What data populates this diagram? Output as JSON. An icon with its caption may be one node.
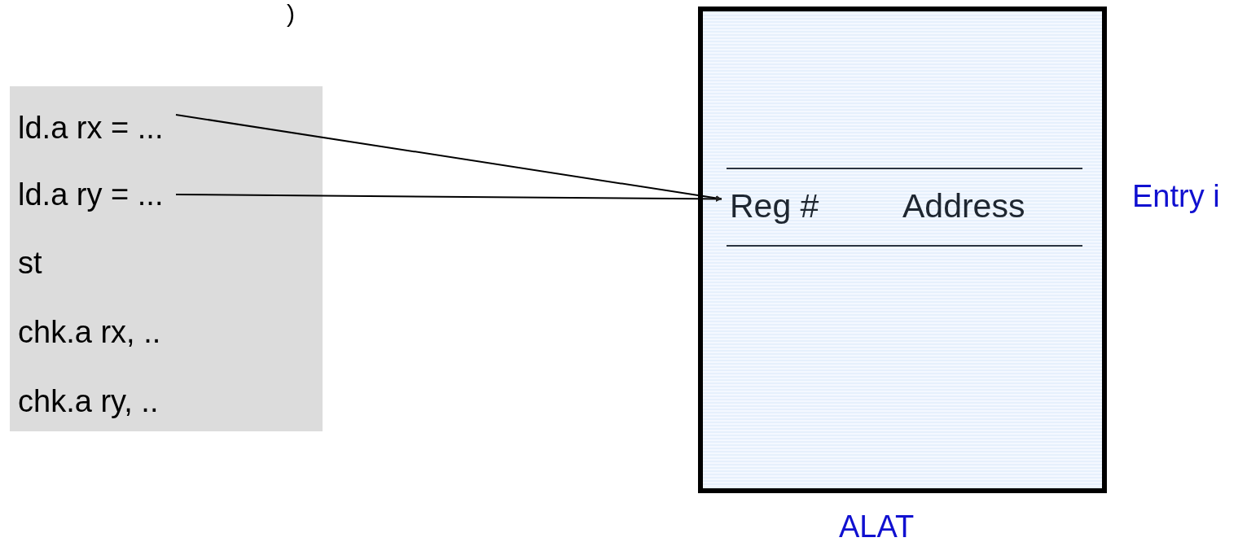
{
  "diagram": {
    "nodes": [
      {
        "text": [],
        "shape": "box"
      },
      {
        "text": [
          "ld.a rx = ..."
        ],
        "in": 0
      },
      {
        "text": [
          "ld.a ry = ..."
        ],
        "in": 0
      },
      {
        "text": [
          "st"
        ],
        "in": 0
      },
      {
        "text": [
          "chk.a rx, .."
        ],
        "in": 0
      },
      {
        "text": [
          "chk.a ry, .."
        ],
        "in": 0
      },
      {
        "text": [],
        "shape": "box",
        "beside": [
          "ALAT"
        ]
      },
      {
        "text": [
          "Reg #",
          "Address"
        ],
        "in": 6,
        "beside": [
          "Entry i"
        ]
      }
    ],
    "edges": [
      {
        "from": 1,
        "to": 7,
        "arrow": "to"
      },
      {
        "from": 2,
        "to": 7,
        "arrow": "to"
      }
    ],
    "labels": [
      ")"
    ]
  }
}
